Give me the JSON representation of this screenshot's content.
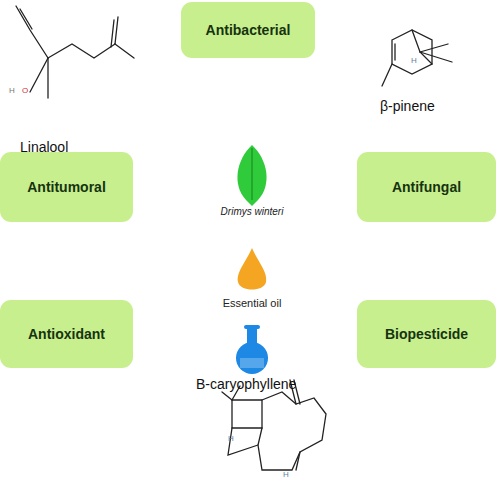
{
  "diagram": {
    "nodes": [
      {
        "text": [
          "Antibacterial"
        ]
      },
      {
        "text": [
          "Antitumoral"
        ]
      },
      {
        "text": [
          "Antifungal"
        ]
      },
      {
        "text": [
          "Antioxidant"
        ]
      },
      {
        "text": [
          "Biopesticide"
        ]
      }
    ],
    "labels": [
      "Linalool",
      "β-pinene",
      "Drimys winteri",
      "Essential oil",
      "B-caryophyllene",
      "H",
      "O",
      "H",
      "H",
      "H"
    ]
  }
}
